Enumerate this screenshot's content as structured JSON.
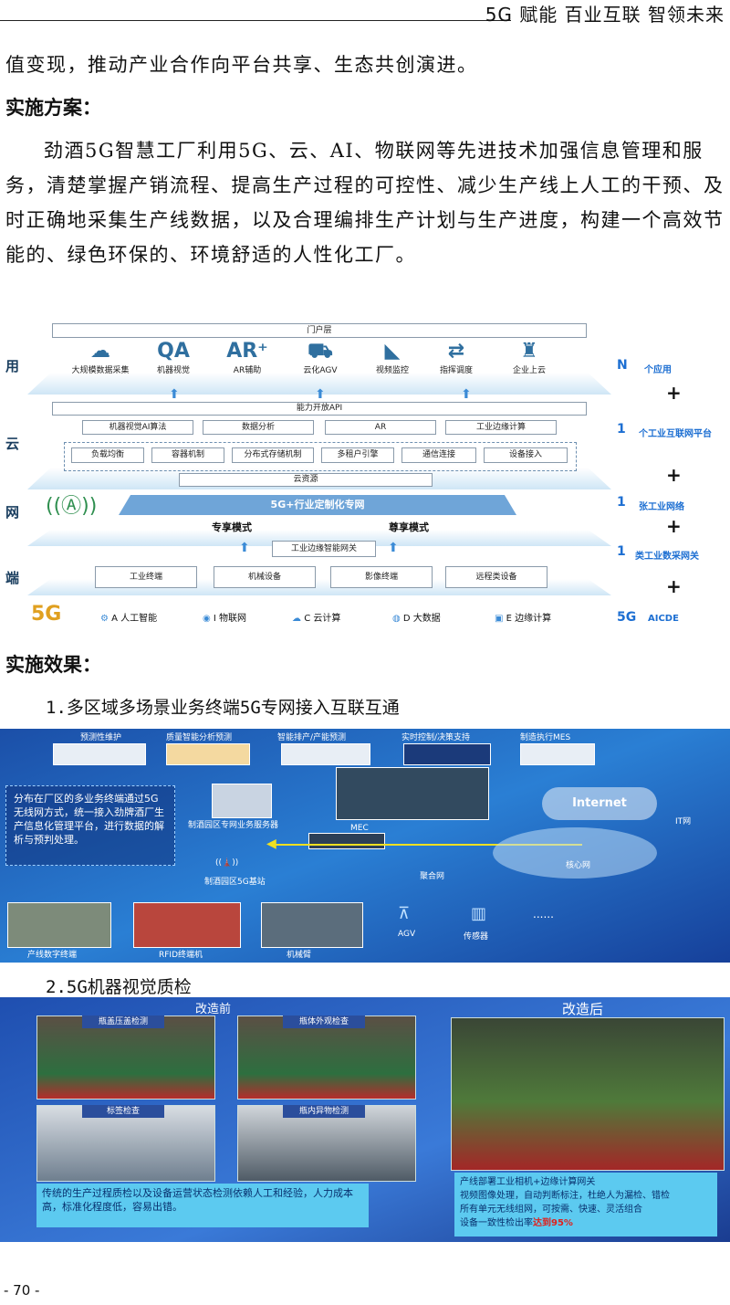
{
  "header": {
    "title": "5G 赋能 百业互联 智领未来"
  },
  "body": {
    "p1": "值变现，推动产业合作向平台共享、生态共创演进。",
    "h1": "实施方案：",
    "p2": "劲酒5G智慧工厂利用5G、云、AI、物联网等先进技术加强信息管理和服务，清楚掌握产销流程、提高生产过程的可控性、减少生产线上人工的干预、及时正确地采集生产线数据，以及合理编排生产计划与生产进度，构建一个高效节能的、绿色环保的、环境舒适的人性化工厂。",
    "h2": "实施效果：",
    "s1": "1.多区域多场景业务终端5G专网接入互联互通",
    "s2": "2.5G机器视觉质检"
  },
  "arch": {
    "tiers": [
      "用",
      "云",
      "网",
      "端"
    ],
    "portal": "门户层",
    "apps": [
      {
        "icon": "cloud-data-icon",
        "glyph": "☁",
        "label": "大规模数据采集"
      },
      {
        "icon": "qa-icon",
        "glyph": "QA",
        "label": "机器视觉"
      },
      {
        "icon": "ar-icon",
        "glyph": "AR⁺",
        "label": "AR辅助"
      },
      {
        "icon": "forklift-icon",
        "glyph": "⛟",
        "label": "云化AGV"
      },
      {
        "icon": "camera-icon",
        "glyph": "◣",
        "label": "视频监控"
      },
      {
        "icon": "dispatch-icon",
        "glyph": "⇄",
        "label": "指挥调度"
      },
      {
        "icon": "enterprise-cloud-icon",
        "glyph": "♜",
        "label": "企业上云"
      }
    ],
    "api": "能力开放API",
    "cloud_row1": [
      "机器视觉AI算法",
      "数据分析",
      "AR",
      "工业边缘计算"
    ],
    "cloud_row2": [
      "负载均衡",
      "容器机制",
      "分布式存储机制",
      "多租户引擎",
      "通信连接",
      "设备接入"
    ],
    "cloud_res": "云资源",
    "net_main": "5G+行业定制化专网",
    "mode_left": "专享模式",
    "mode_right": "尊享模式",
    "gateway": "工业边缘智能网关",
    "devices": [
      "工业终端",
      "机械设备",
      "影像终端",
      "远程类设备"
    ],
    "aicde": [
      {
        "icon": "ai-icon",
        "label": "A 人工智能"
      },
      {
        "icon": "iot-icon",
        "label": "I 物联网"
      },
      {
        "icon": "cloud-compute-icon",
        "label": "C 云计算"
      },
      {
        "icon": "bigdata-icon",
        "label": "D 大数据"
      },
      {
        "icon": "edge-icon",
        "label": "E 边缘计算"
      }
    ],
    "logo_5g": "5G",
    "right": [
      {
        "num": "N",
        "label": "个应用"
      },
      {
        "num": "1",
        "label": "个工业互联网平台"
      },
      {
        "num": "1",
        "label": "张工业网络"
      },
      {
        "num": "1",
        "label": "类工业数采网关"
      },
      {
        "num": "5G",
        "label": "AICDE"
      }
    ],
    "plus": "+"
  },
  "net": {
    "tops": [
      "预测性维护",
      "质量智能分析预测",
      "智能排产/产能预测",
      "实时控制/决策支持",
      "制造执行MES"
    ],
    "desc": "分布在厂区的多业务终端通过5G无线网方式，统一接入劲牌酒厂生产信息化管理平台，进行数据的解析与预判处理。",
    "server": "制酒园区专网业务服务器",
    "station": "制酒园区5G基站",
    "mec": "MEC",
    "agg": "聚合网",
    "core": "核心网",
    "internet": "Internet",
    "itnet": "IT网",
    "bottoms": [
      "产线数字终端",
      "RFID终端机",
      "机械臂",
      "AGV",
      "传感器"
    ],
    "dots": "......"
  },
  "qc": {
    "before": "改造前",
    "after": "改造后",
    "labels": [
      "瓶盖压盖检测",
      "瓶体外观检查",
      "标签检查",
      "瓶内异物检测"
    ],
    "before_note": "传统的生产过程质检以及设备运营状态检测依赖人工和经验，人力成本高，标准化程度低，容易出错。",
    "after_note_1": "产线部署工业相机+边缘计算网关",
    "after_note_2": "视频图像处理，自动判断标注，杜绝人为漏检、错检",
    "after_note_3": "所有单元无线组网，可按需、快速、灵活组合",
    "after_note_4": "设备一致性检出率",
    "after_note_highlight": "达到95%"
  },
  "footer": {
    "page": "- 70 -"
  }
}
